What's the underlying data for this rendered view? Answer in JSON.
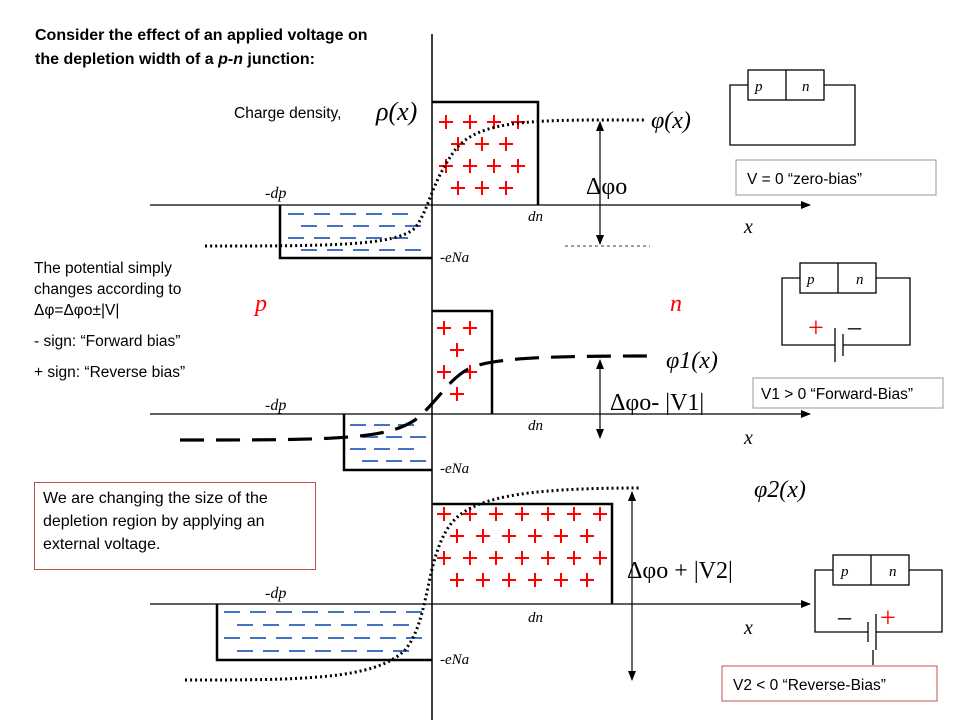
{
  "heading": {
    "line1": "Consider the effect of an applied voltage on",
    "line2_a": "the depletion width of a ",
    "line2_b": "p-n",
    "line2_c": " junction:"
  },
  "charge_label": "Charge density,",
  "rho_symbol": "ρ(x)",
  "region_labels": {
    "p": "p",
    "n": "n"
  },
  "axis_label": "x",
  "dn_label": "dn",
  "neg_dp_label": "-dp",
  "neg_eNa_label": "-eNa",
  "note": {
    "line1": "The potential simply changes according to",
    "formula": "Δφ=Δφo±|V|",
    "minus_sign": "- sign: “Forward bias”",
    "plus_sign": "+ sign: “Reverse bias”"
  },
  "bottom_note": "We are changing the size of the depletion region by applying an external voltage.",
  "panels": [
    {
      "phi_label": "φ(x)",
      "delta_label": "Δφo",
      "bias_label": "V = 0  “zero-bias”"
    },
    {
      "phi_label": "φ1(x)",
      "delta_label": "Δφo- |V1|",
      "bias_label": "V1 > 0 “Forward-Bias”"
    },
    {
      "phi_label": "φ2(x)",
      "delta_label": "Δφo + |V2|",
      "bias_label": "V2 < 0 “Reverse-Bias”"
    }
  ],
  "circuit": {
    "p": "p",
    "n": "n",
    "plus": "+",
    "minus": "–"
  },
  "colors": {
    "charge": "#ff0000",
    "frame": "#c0504d",
    "line": "#000000"
  }
}
